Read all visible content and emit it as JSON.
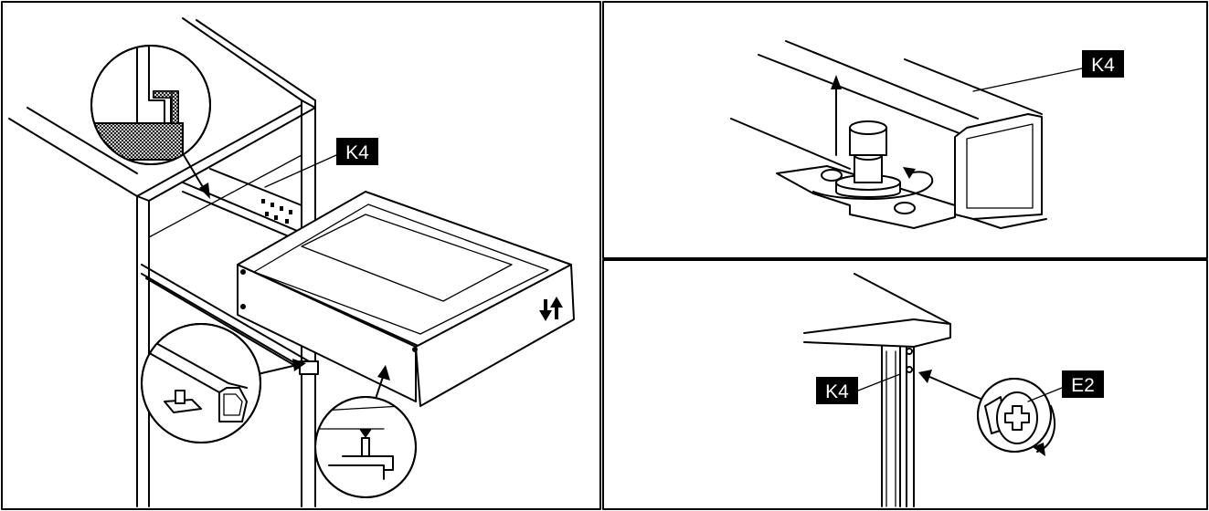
{
  "labels": {
    "rail_left": "K4",
    "rail_top_right": "K4",
    "rail_bottom_right": "K4",
    "screw": "E2"
  },
  "colors": {
    "line": "#000000",
    "background": "#ffffff",
    "label_background": "#000000",
    "label_text": "#ffffff"
  },
  "icons": {
    "height_adjust": "up-down-arrows-icon",
    "rotation": "rotate-clockwise-icon"
  }
}
